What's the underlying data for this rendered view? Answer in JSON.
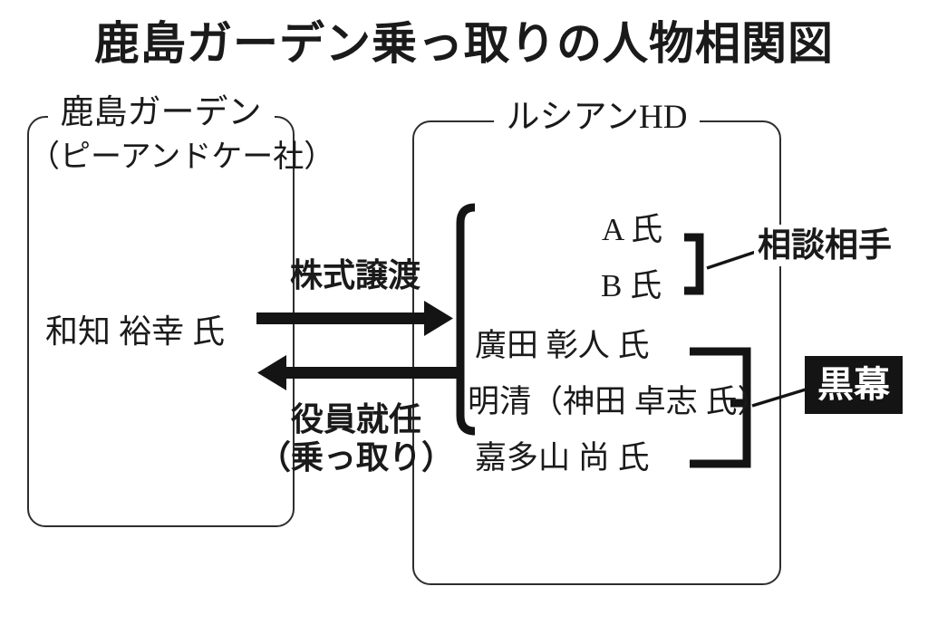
{
  "title": "鹿島ガーデン乗っ取りの人物相関図",
  "left_box": {
    "label": "鹿島ガーデン",
    "sublabel": "（ピーアンドケー社）",
    "person": "和知 裕幸 氏"
  },
  "right_box": {
    "label": "ルシアンHD",
    "members": [
      {
        "name": "A 氏"
      },
      {
        "name": "B 氏"
      },
      {
        "name": "廣田 彰人 氏"
      },
      {
        "name": "明清（神田 卓志 氏）"
      },
      {
        "name": "嘉多山 尚 氏"
      }
    ]
  },
  "relations": {
    "stock_transfer": "株式譲渡",
    "officer_appointment": "役員就任",
    "takeover": "（乗っ取り）",
    "advisor": "相談相手",
    "mastermind": "黒幕"
  },
  "colors": {
    "ink": "#1a1a1a",
    "box_border": "#2e2e2e",
    "mastermind_bg": "#141414",
    "mastermind_text": "#ffffff",
    "background": "#ffffff"
  }
}
